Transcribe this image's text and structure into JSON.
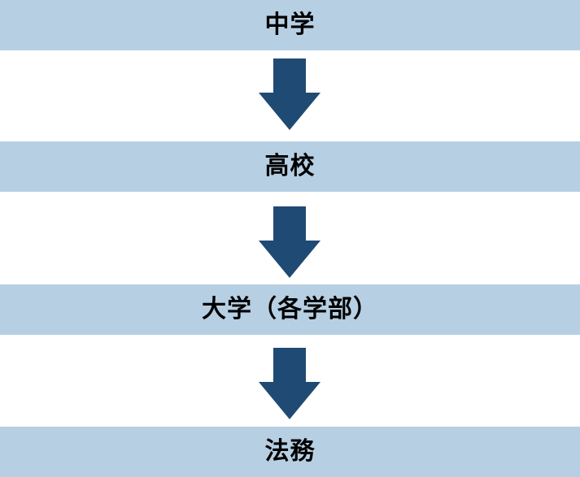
{
  "diagram": {
    "stages": [
      {
        "label": "中学"
      },
      {
        "label": "高校"
      },
      {
        "label": "大学（各学部）"
      },
      {
        "label": "法務"
      }
    ],
    "colors": {
      "box_fill": "#b7cfe3",
      "arrow_fill": "#1f4a73",
      "text": "#000000",
      "background": "#ffffff"
    }
  }
}
